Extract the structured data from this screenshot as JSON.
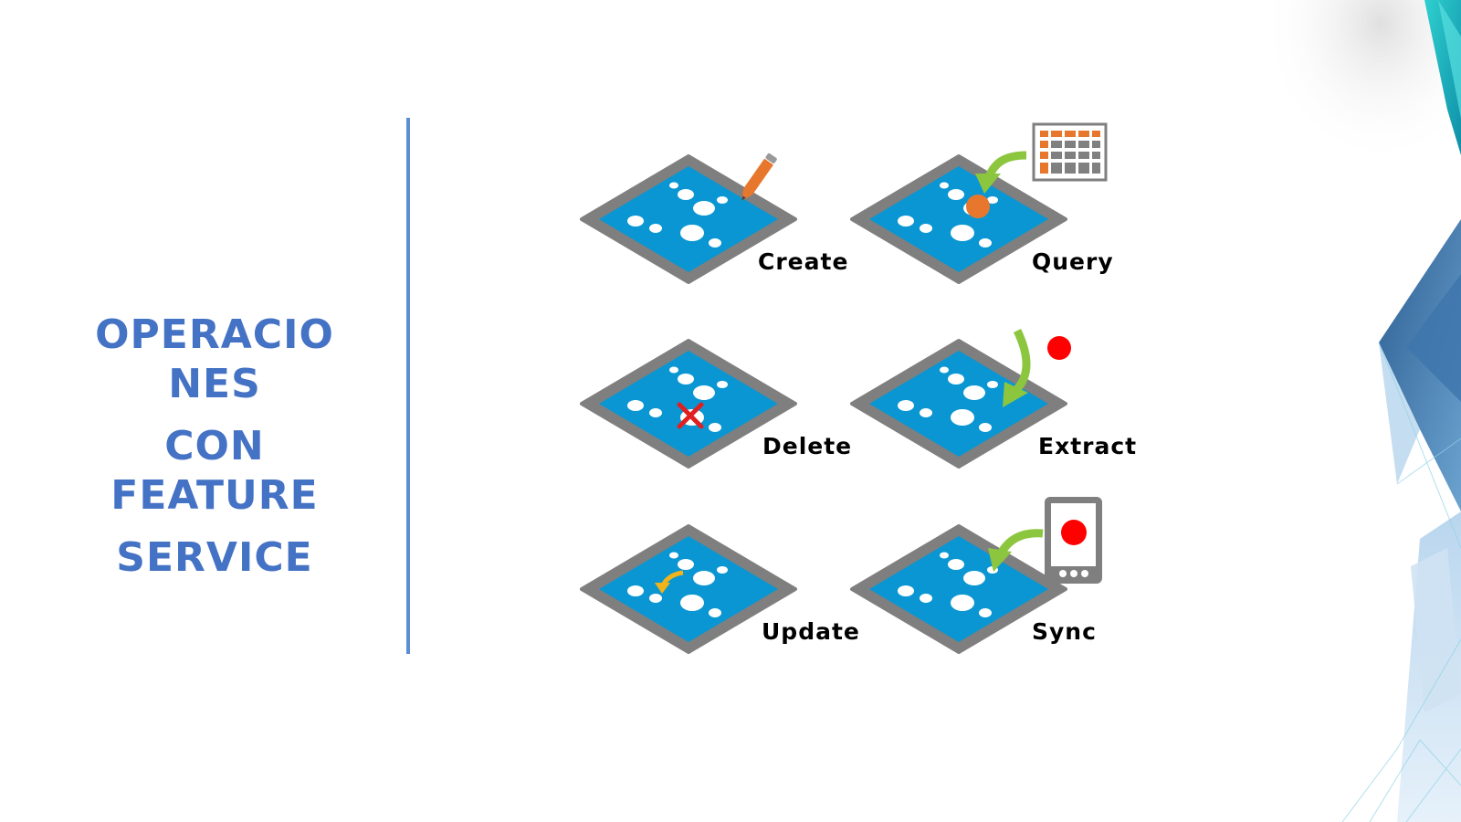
{
  "title": {
    "line1": "OPERACIO",
    "line2": "NES",
    "line3": "CON",
    "line4": "FEATURE",
    "line5": "SERVICE"
  },
  "operations": [
    {
      "id": "create",
      "label": "Create",
      "icon": "pencil-icon"
    },
    {
      "id": "query",
      "label": "Query",
      "icon": "table-icon"
    },
    {
      "id": "delete",
      "label": "Delete",
      "icon": "x-mark-icon"
    },
    {
      "id": "extract",
      "label": "Extract",
      "icon": "red-dot-icon"
    },
    {
      "id": "update",
      "label": "Update",
      "icon": "curved-arrow-icon"
    },
    {
      "id": "sync",
      "label": "Sync",
      "icon": "mobile-device-icon"
    }
  ],
  "colors": {
    "title": "#4472c4",
    "divider": "#5b8fd4",
    "tile_fill": "#0a96d2",
    "tile_border": "#7f7f7f",
    "arrow_green": "#8cc63f",
    "accent_orange": "#e8772e",
    "delete_red": "#e02020",
    "update_yellow": "#f2b418",
    "dot_red": "#ff0000"
  }
}
